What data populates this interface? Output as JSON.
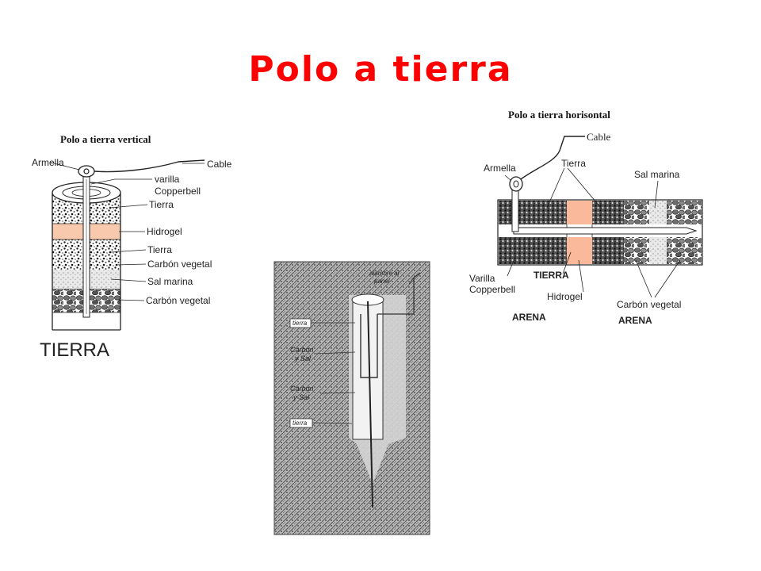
{
  "slide": {
    "title": "Polo a tierra",
    "accent_color": "#ff0000"
  },
  "vertical": {
    "caption": "Polo a tierra vertical",
    "labels": {
      "armella": "Armella",
      "cable": "Cable",
      "varilla": "varilla",
      "copperbell": "Copperbell",
      "tierra1": "Tierra",
      "hidrogel": "Hidrogel",
      "tierra2": "Tierra",
      "carbon1": "Carbón vegetal",
      "sal": "Sal marina",
      "carbon2": "Carbón vegetal"
    },
    "base_label": "TIERRA"
  },
  "horizontal": {
    "caption": "Polo a tierra horisontal",
    "labels": {
      "cable": "Cable",
      "armella": "Armella",
      "tierra": "Tierra",
      "sal": "Sal marina",
      "varilla": "Varilla",
      "copperbell": "Copperbell",
      "tierra_caps": "TIERRA",
      "hidrogel": "Hidrogel",
      "carbon": "Carbón vegetal",
      "arena1": "ARENA",
      "arena2": "ARENA"
    }
  },
  "sketch": {
    "labels": {
      "alambre": "alambre al",
      "panel": "panel",
      "tierra1": "tierra",
      "carbon1": "Carbon",
      "ysal1": "y Sal",
      "carbon2": "Carbon",
      "ysal2": "y Sal",
      "tierra2": "tierra"
    }
  }
}
